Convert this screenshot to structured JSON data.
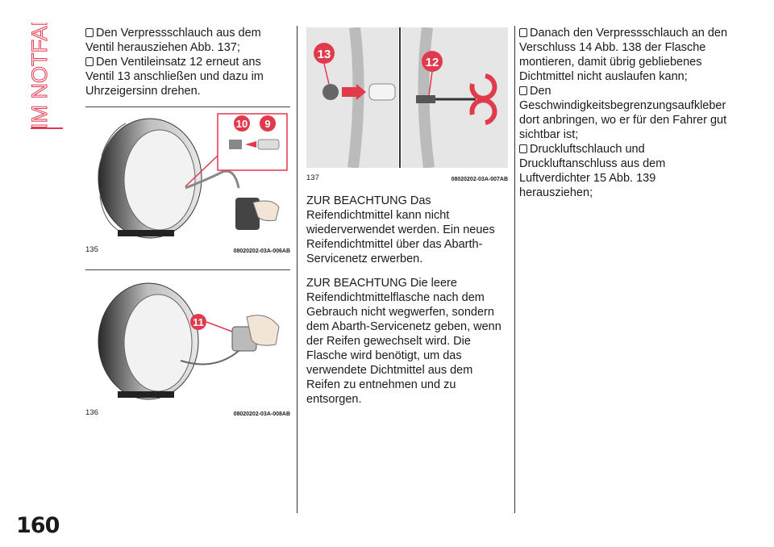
{
  "side_title": "IM NOTFALL",
  "page_number": "160",
  "col1": {
    "items": [
      {
        "text": "Den Verpressschlauch aus dem Ventil herausziehen Abb. 137;"
      },
      {
        "text": "Den Ventileinsatz 12 erneut ans Ventil 13 anschließen und dazu im Uhrzeigersinn drehen."
      }
    ]
  },
  "figures": [
    {
      "number": "135",
      "code": "08020202-03A-006AB",
      "callouts": [
        "10",
        "9"
      ]
    },
    {
      "number": "136",
      "code": "08020202-03A-008AB",
      "callouts": [
        "11"
      ]
    },
    {
      "number": "137",
      "code": "08020202-03A-007AB",
      "callouts": [
        "13",
        "12"
      ]
    }
  ],
  "col2": {
    "note1": "ZUR BEACHTUNG Das Reifendichtmittel kann nicht wiederverwendet werden. Ein neues Reifendichtmittel über das Abarth-Servicenetz erwerben.",
    "note2": "ZUR BEACHTUNG Die leere Reifendichtmittelflasche nach dem Gebrauch nicht wegwerfen, sondern dem Abarth-Servicenetz geben, wenn der Reifen gewechselt wird. Die Flasche wird benötigt, um das verwendete Dichtmittel aus dem Reifen zu entnehmen und zu entsorgen."
  },
  "col3": {
    "items": [
      {
        "text": "Danach den Verpressschlauch an den Verschluss 14 Abb. 138 der Flasche montieren, damit übrig gebliebenes Dichtmittel nicht auslaufen kann;"
      },
      {
        "text": "Den Geschwindigkeitsbegrenzungsaufkleber dort anbringen, wo er für den Fahrer gut sichtbar ist;"
      },
      {
        "text": "Druckluftschlauch und Druckluftanschluss aus dem Luftverdichter 15 Abb. 139 herausziehen;"
      }
    ]
  },
  "colors": {
    "accent": "#e23a4d",
    "callout": "#e23a4d"
  }
}
